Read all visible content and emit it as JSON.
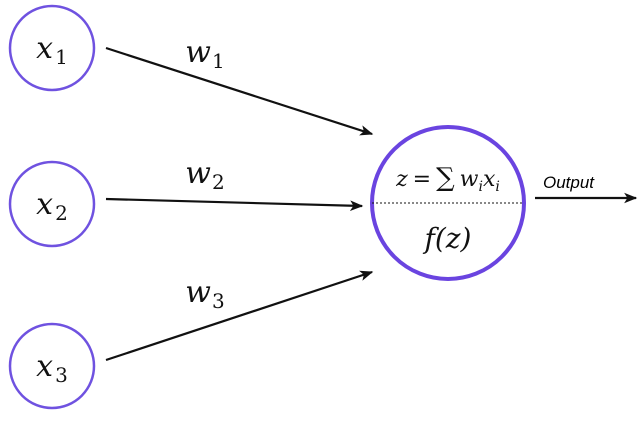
{
  "colors": {
    "node_stroke": "#6f52e0",
    "neuron_stroke": "#6a44e0",
    "arrow": "#111111",
    "text": "#111111"
  },
  "inputs": [
    {
      "var": "x",
      "sub": "1"
    },
    {
      "var": "x",
      "sub": "2"
    },
    {
      "var": "x",
      "sub": "3"
    }
  ],
  "weights": [
    {
      "var": "w",
      "sub": "1"
    },
    {
      "var": "w",
      "sub": "2"
    },
    {
      "var": "w",
      "sub": "3"
    }
  ],
  "neuron": {
    "z_var": "z",
    "equals": "=",
    "sum_symbol": "∑",
    "w_var": "w",
    "w_sub": "i",
    "x_var": "x",
    "x_sub": "i",
    "activation": "f(z)"
  },
  "output_label": "Output"
}
